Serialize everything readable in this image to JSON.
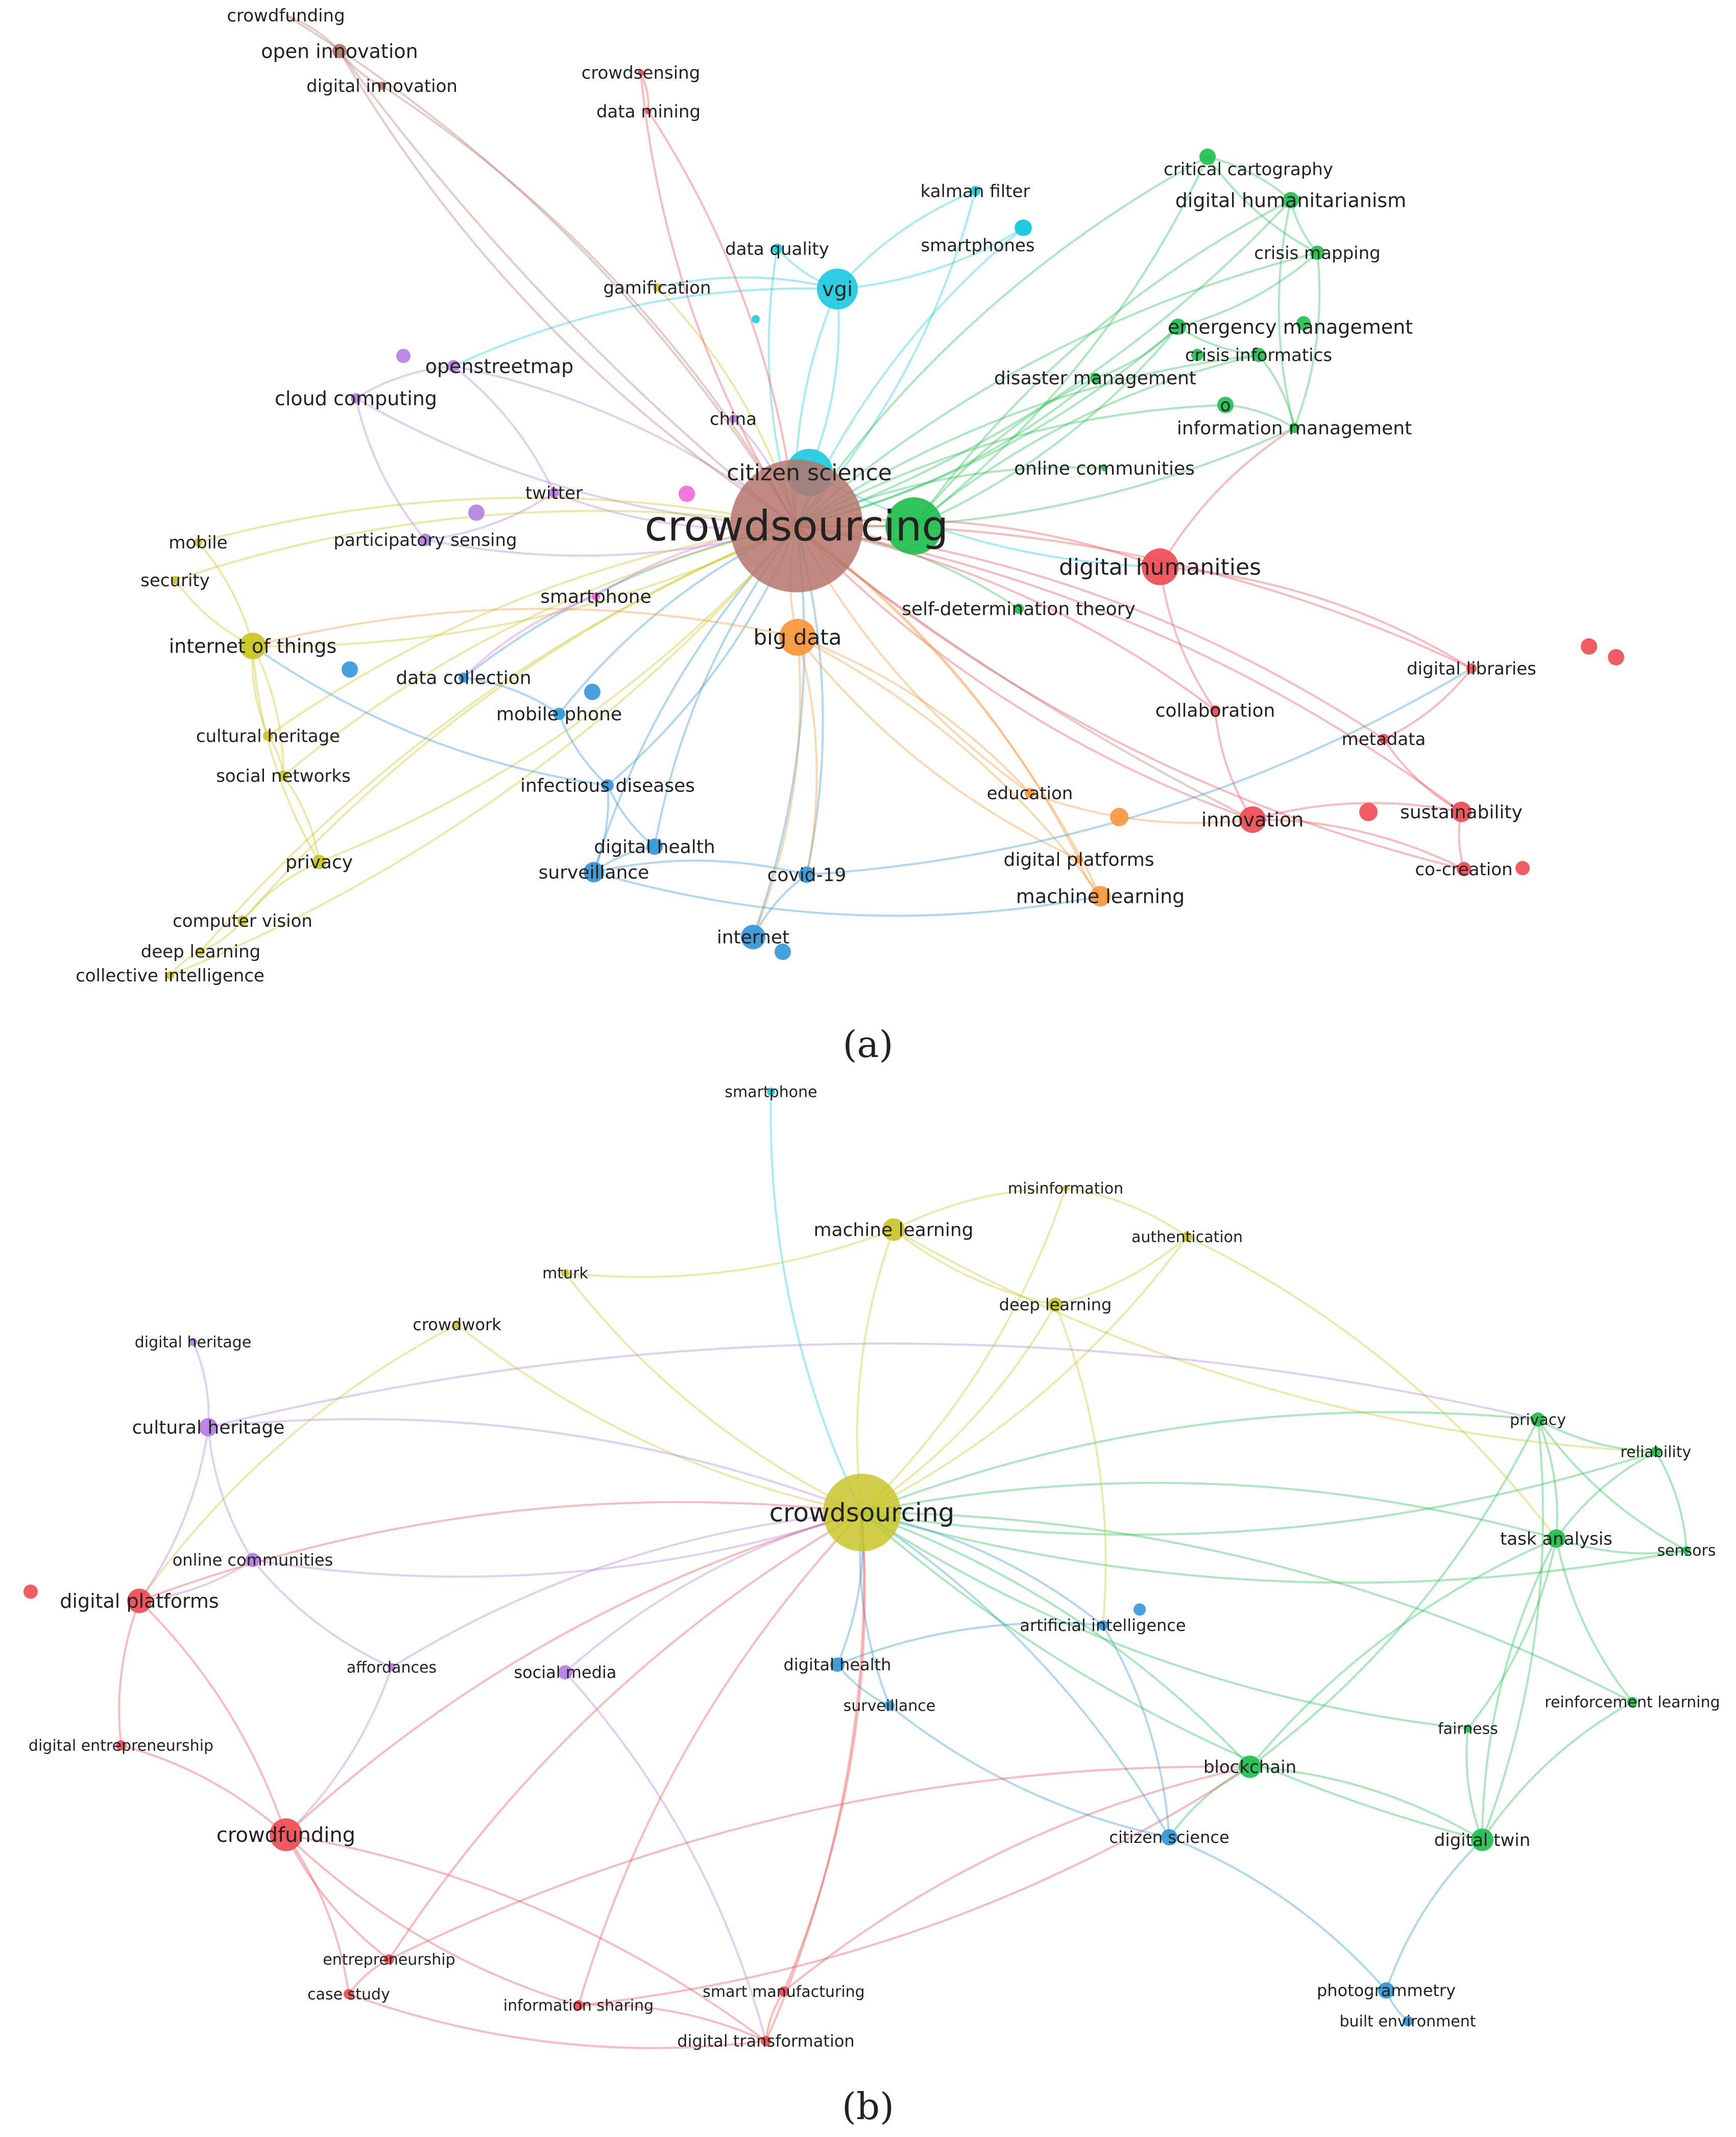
{
  "panels": [
    {
      "caption": "(a)",
      "hub": "crowdsourcing",
      "clusters": {
        "brown": "#b5766c",
        "red": "#ee4b52",
        "green": "#1fbf4f",
        "cyan": "#1ecae0",
        "blue": "#3296d8",
        "orange": "#f7963a",
        "yellow": "#c9c41e",
        "purple": "#b37ee0",
        "pink": "#f06ad8"
      },
      "nodes": [
        {
          "id": "crowdfunding",
          "label": "crowdfunding",
          "c": "brown"
        },
        {
          "id": "open_innovation",
          "label": "open innovation",
          "c": "brown"
        },
        {
          "id": "digital_innovation",
          "label": "digital innovation",
          "c": "brown"
        },
        {
          "id": "crowdsensing",
          "label": "crowdsensing",
          "c": "red"
        },
        {
          "id": "data_mining",
          "label": "data mining",
          "c": "red"
        },
        {
          "id": "kalman",
          "label": "kalman filter",
          "c": "cyan"
        },
        {
          "id": "smartphones",
          "label": "smartphones",
          "c": "cyan"
        },
        {
          "id": "data_quality",
          "label": "data quality",
          "c": "cyan"
        },
        {
          "id": "vgi",
          "label": "vgi",
          "c": "cyan"
        },
        {
          "id": "gamification",
          "label": "gamification",
          "c": "yellow"
        },
        {
          "id": "critical_cart",
          "label": "critical cartography",
          "c": "green"
        },
        {
          "id": "digital_hum",
          "label": "digital humanitarianism",
          "c": "green"
        },
        {
          "id": "crisis_map",
          "label": "crisis mapping",
          "c": "green"
        },
        {
          "id": "emergency",
          "label": "emergency management",
          "c": "green"
        },
        {
          "id": "crisis_inf",
          "label": "crisis informatics",
          "c": "green"
        },
        {
          "id": "disaster",
          "label": "disaster management",
          "c": "green"
        },
        {
          "id": "o",
          "label": "o",
          "c": "green"
        },
        {
          "id": "info_mgmt",
          "label": "information management",
          "c": "green"
        },
        {
          "id": "online_comm",
          "label": "online communities",
          "c": "green"
        },
        {
          "id": "openstreetmap",
          "label": "openstreetmap",
          "c": "purple"
        },
        {
          "id": "cloud",
          "label": "cloud computing",
          "c": "purple"
        },
        {
          "id": "china",
          "label": "china",
          "c": "purple"
        },
        {
          "id": "citizen",
          "label": "citizen science",
          "c": "cyan"
        },
        {
          "id": "crowdsourcing",
          "label": "crowdsourcing",
          "c": "brown"
        },
        {
          "id": "green_hub",
          "label": "",
          "c": "green"
        },
        {
          "id": "twitter",
          "label": "twitter",
          "c": "purple"
        },
        {
          "id": "mobile",
          "label": "mobile",
          "c": "yellow"
        },
        {
          "id": "participatory",
          "label": "participatory sensing",
          "c": "purple"
        },
        {
          "id": "security",
          "label": "security",
          "c": "yellow"
        },
        {
          "id": "digital_humanities",
          "label": "digital humanities",
          "c": "red"
        },
        {
          "id": "smartphone",
          "label": "smartphone",
          "c": "pink"
        },
        {
          "id": "self_det",
          "label": "self-determination theory",
          "c": "green"
        },
        {
          "id": "big_data",
          "label": "big data",
          "c": "orange"
        },
        {
          "id": "iot",
          "label": "internet of things",
          "c": "yellow"
        },
        {
          "id": "data_coll",
          "label": "data collection",
          "c": "blue"
        },
        {
          "id": "digital_lib",
          "label": "digital libraries",
          "c": "red"
        },
        {
          "id": "mobile_phone",
          "label": "mobile phone",
          "c": "blue"
        },
        {
          "id": "collaboration",
          "label": "collaboration",
          "c": "red"
        },
        {
          "id": "cultural",
          "label": "cultural heritage",
          "c": "yellow"
        },
        {
          "id": "metadata",
          "label": "metadata",
          "c": "red"
        },
        {
          "id": "social_net",
          "label": "social networks",
          "c": "yellow"
        },
        {
          "id": "infectious",
          "label": "infectious diseases",
          "c": "blue"
        },
        {
          "id": "education",
          "label": "education",
          "c": "orange"
        },
        {
          "id": "sustainability",
          "label": "sustainability",
          "c": "red"
        },
        {
          "id": "innovation",
          "label": "innovation",
          "c": "red"
        },
        {
          "id": "privacy",
          "label": "privacy",
          "c": "yellow"
        },
        {
          "id": "digital_health",
          "label": "digital health",
          "c": "blue"
        },
        {
          "id": "digital_plat",
          "label": "digital platforms",
          "c": "orange"
        },
        {
          "id": "surveillance",
          "label": "surveillance",
          "c": "blue"
        },
        {
          "id": "covid",
          "label": "covid-19",
          "c": "blue"
        },
        {
          "id": "co_creation",
          "label": "co-creation",
          "c": "red"
        },
        {
          "id": "ml",
          "label": "machine learning",
          "c": "orange"
        },
        {
          "id": "computer_vision",
          "label": "computer vision",
          "c": "yellow"
        },
        {
          "id": "internet",
          "label": "internet",
          "c": "blue"
        },
        {
          "id": "deep_learning",
          "label": "deep learning",
          "c": "yellow"
        },
        {
          "id": "collective",
          "label": "collective intelligence",
          "c": "yellow"
        }
      ]
    },
    {
      "caption": "(b)",
      "hub": "crowdsourcing",
      "clusters": {
        "yellow": "#c8c52a",
        "red": "#ee4b52",
        "green": "#1fbf4f",
        "blue": "#3296d8",
        "purple": "#b37ee0",
        "cyan": "#1ecae0"
      },
      "nodes": [
        {
          "id": "smartphone",
          "label": "smartphone",
          "c": "cyan"
        },
        {
          "id": "misinformation",
          "label": "misinformation",
          "c": "yellow"
        },
        {
          "id": "ml",
          "label": "machine learning",
          "c": "yellow"
        },
        {
          "id": "authentication",
          "label": "authentication",
          "c": "yellow"
        },
        {
          "id": "mturk",
          "label": "mturk",
          "c": "yellow"
        },
        {
          "id": "deep_learning",
          "label": "deep learning",
          "c": "yellow"
        },
        {
          "id": "crowdwork",
          "label": "crowdwork",
          "c": "yellow"
        },
        {
          "id": "digital_heritage",
          "label": "digital heritage",
          "c": "purple"
        },
        {
          "id": "cultural",
          "label": "cultural heritage",
          "c": "purple"
        },
        {
          "id": "privacy",
          "label": "privacy",
          "c": "green"
        },
        {
          "id": "reliability",
          "label": "reliability",
          "c": "green"
        },
        {
          "id": "crowdsourcing",
          "label": "crowdsourcing",
          "c": "yellow"
        },
        {
          "id": "task_analysis",
          "label": "task analysis",
          "c": "green"
        },
        {
          "id": "sensors",
          "label": "sensors",
          "c": "green"
        },
        {
          "id": "online_comm",
          "label": "online communities",
          "c": "purple"
        },
        {
          "id": "digital_plat",
          "label": "digital platforms",
          "c": "red"
        },
        {
          "id": "ai",
          "label": "artificial intelligence",
          "c": "blue"
        },
        {
          "id": "affordances",
          "label": "affordances",
          "c": "purple"
        },
        {
          "id": "social_media",
          "label": "social media",
          "c": "purple"
        },
        {
          "id": "digital_health",
          "label": "digital health",
          "c": "blue"
        },
        {
          "id": "surveillance",
          "label": "surveillance",
          "c": "blue"
        },
        {
          "id": "reinforcement",
          "label": "reinforcement learning",
          "c": "green"
        },
        {
          "id": "digital_entre",
          "label": "digital entrepreneurship",
          "c": "red"
        },
        {
          "id": "fairness",
          "label": "fairness",
          "c": "green"
        },
        {
          "id": "blockchain",
          "label": "blockchain",
          "c": "green"
        },
        {
          "id": "crowdfunding",
          "label": "crowdfunding",
          "c": "red"
        },
        {
          "id": "citizen",
          "label": "citizen science",
          "c": "blue"
        },
        {
          "id": "digital_twin",
          "label": "digital twin",
          "c": "green"
        },
        {
          "id": "entrepreneurship",
          "label": "entrepreneurship",
          "c": "red"
        },
        {
          "id": "case_study",
          "label": "case study",
          "c": "red"
        },
        {
          "id": "smart_manuf",
          "label": "smart manufacturing",
          "c": "red"
        },
        {
          "id": "photogrammetry",
          "label": "photogrammetry",
          "c": "blue"
        },
        {
          "id": "info_sharing",
          "label": "information sharing",
          "c": "red"
        },
        {
          "id": "built_env",
          "label": "built environment",
          "c": "blue"
        },
        {
          "id": "digital_transf",
          "label": "digital transformation",
          "c": "red"
        }
      ]
    }
  ]
}
